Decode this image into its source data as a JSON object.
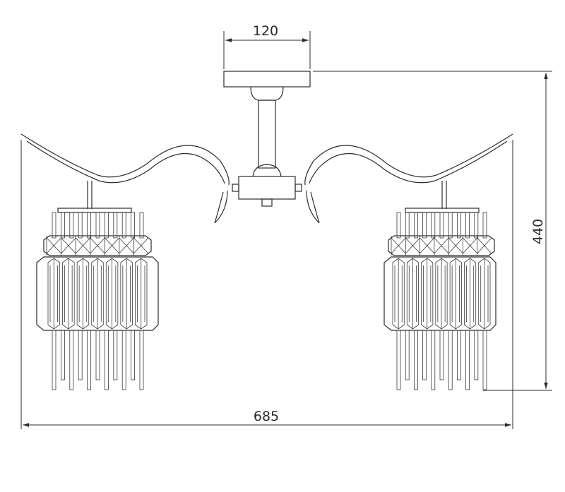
{
  "dimensions": {
    "top_width": "120",
    "height": "440",
    "overall_width": "685"
  },
  "colors": {
    "line": "#2b2b2b",
    "background": "#ffffff"
  }
}
